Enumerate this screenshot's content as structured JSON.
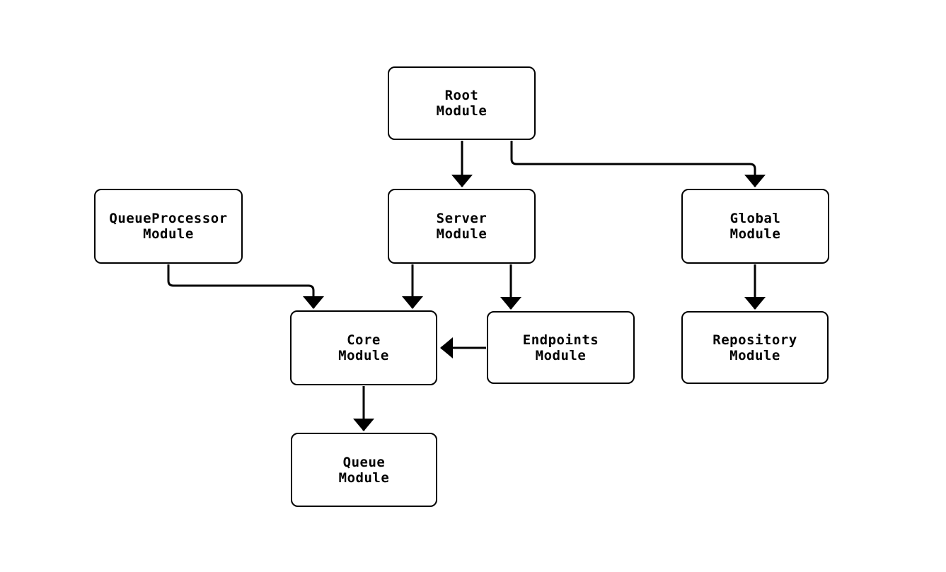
{
  "diagram": {
    "type": "flowchart",
    "nodes": [
      {
        "id": "root",
        "line1": "Root",
        "line2": "Module"
      },
      {
        "id": "queueprocessor",
        "line1": "QueueProcessor",
        "line2": "Module"
      },
      {
        "id": "server",
        "line1": "Server",
        "line2": "Module"
      },
      {
        "id": "global",
        "line1": "Global",
        "line2": "Module"
      },
      {
        "id": "core",
        "line1": "Core",
        "line2": "Module"
      },
      {
        "id": "endpoints",
        "line1": "Endpoints",
        "line2": "Module"
      },
      {
        "id": "repository",
        "line1": "Repository",
        "line2": "Module"
      },
      {
        "id": "queue",
        "line1": "Queue",
        "line2": "Module"
      }
    ],
    "edges": [
      {
        "from": "Root Module",
        "to": "Server Module"
      },
      {
        "from": "Root Module",
        "to": "Global Module"
      },
      {
        "from": "QueueProcessor Module",
        "to": "Core Module"
      },
      {
        "from": "Server Module",
        "to": "Core Module"
      },
      {
        "from": "Server Module",
        "to": "Endpoints Module"
      },
      {
        "from": "Endpoints Module",
        "to": "Core Module"
      },
      {
        "from": "Global Module",
        "to": "Repository Module"
      },
      {
        "from": "Core Module",
        "to": "Queue Module"
      }
    ],
    "colors": {
      "background": "#ffffff",
      "node_fill": "#ffffff",
      "node_border": "#000000",
      "edge": "#000000",
      "text": "#000000"
    }
  }
}
